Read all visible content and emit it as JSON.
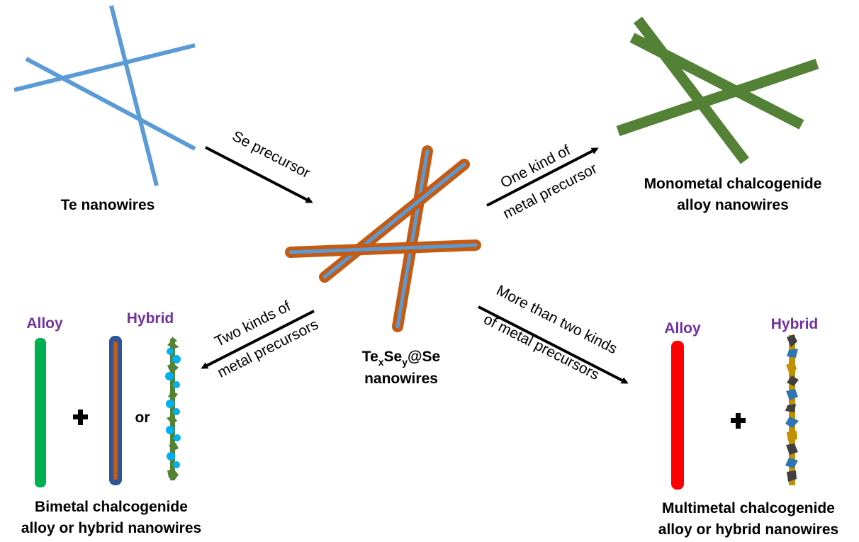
{
  "colors": {
    "te": "#5b9bd5",
    "shell": "#c55a11",
    "mono": "#538135",
    "bimetal_alloy": "#00b050",
    "hybrid_outer": "#2f5597",
    "multi_alloy": "#ff0000",
    "hybrid_blob": "#00b0f0",
    "hybrid_leaf": "#548235",
    "multi_gold": "#bf9000",
    "multi_dark": "#404040",
    "kind_label": "#7030a0"
  },
  "labels": {
    "te_nanowires": "Te nanowires",
    "core_main": "Te",
    "core_sub_x": "x",
    "core_mid": "Se",
    "core_sub_y": "y",
    "core_tail": "@Se",
    "core_line2": "nanowires",
    "mono_line1": "Monometal chalcogenide",
    "mono_line2": "alloy nanowires",
    "bimetal_line1": "Bimetal chalcogenide",
    "bimetal_line2": "alloy or hybrid nanowires",
    "multi_line1": "Multimetal chalcogenide",
    "multi_line2": "alloy or hybrid nanowires",
    "alloy": "Alloy",
    "hybrid": "Hybrid",
    "or": "or"
  },
  "arrows": {
    "se_precursor": "Se precursor",
    "one_kind_line1": "One kind of",
    "one_kind_line2": "metal precursor",
    "two_kinds_line1": "Two kinds of",
    "two_kinds_line2": "metal precursors",
    "more_line1": "More than two kinds",
    "more_line2": "of metal precursors"
  },
  "icons": {
    "plus": "plus-icon"
  }
}
